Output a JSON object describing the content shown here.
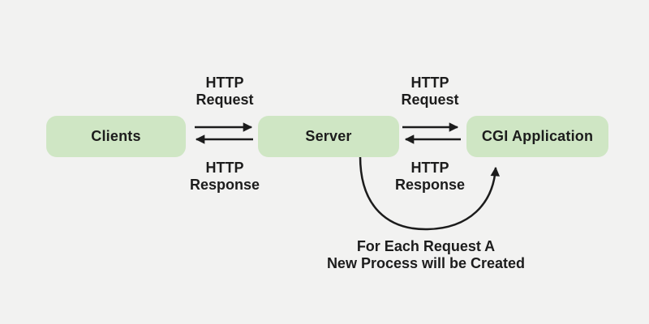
{
  "colors": {
    "background": "#f2f2f1",
    "node_fill": "#cfe6c4",
    "stroke": "#1c1c1c",
    "text": "#1c1c1c"
  },
  "diagram": {
    "nodes": [
      {
        "id": "clients",
        "label": "Clients"
      },
      {
        "id": "server",
        "label": "Server"
      },
      {
        "id": "cgi-application",
        "label": "CGI Application"
      }
    ],
    "edge_labels": {
      "clients_server_request": {
        "line1": "HTTP",
        "line2": "Request"
      },
      "clients_server_response": {
        "line1": "HTTP",
        "line2": "Response"
      },
      "server_cgi_request": {
        "line1": "HTTP",
        "line2": "Request"
      },
      "server_cgi_response": {
        "line1": "HTTP",
        "line2": "Response"
      }
    },
    "annotation": {
      "line1": "For Each Request A",
      "line2": "New Process will be Created"
    }
  }
}
